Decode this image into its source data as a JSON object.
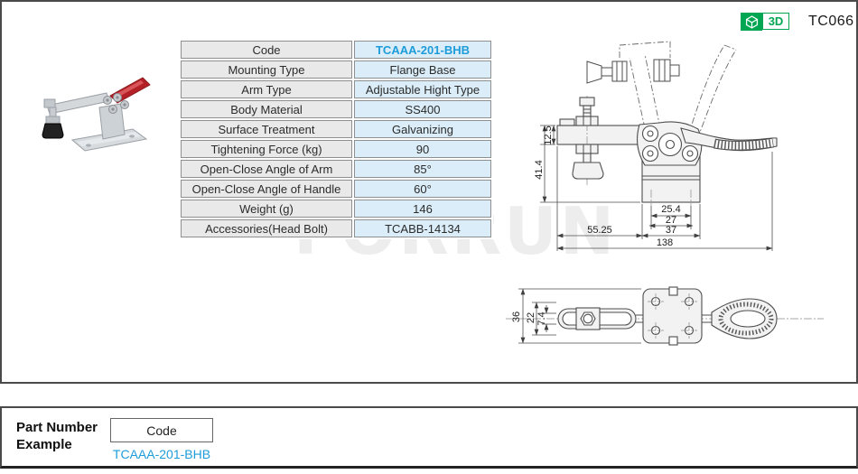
{
  "header": {
    "badge_3d_label": "3D",
    "page_code": "TC066"
  },
  "watermark": "FORRUN",
  "spec_table": {
    "rows": [
      {
        "label": "Code",
        "value": "TCAAA-201-BHB"
      },
      {
        "label": "Mounting Type",
        "value": "Flange Base"
      },
      {
        "label": "Arm Type",
        "value": "Adjustable Hight Type"
      },
      {
        "label": "Body Material",
        "value": "SS400"
      },
      {
        "label": "Surface Treatment",
        "value": "Galvanizing"
      },
      {
        "label": "Tightening Force (kg)",
        "value": "90"
      },
      {
        "label": "Open-Close Angle of Arm",
        "value": "85°"
      },
      {
        "label": "Open-Close  Angle of Handle",
        "value": "60°"
      },
      {
        "label": "Weight (g)",
        "value": "146"
      },
      {
        "label": "Accessories(Head Bolt)",
        "value": "TCABB-14134"
      }
    ]
  },
  "front_view": {
    "dim_12_5": "12.5",
    "dim_41_4": "41.4",
    "dim_25_4": "25.4",
    "dim_27": "27",
    "dim_37": "37",
    "dim_55_25": "55.25",
    "dim_138": "138"
  },
  "top_view": {
    "dim_36": "36",
    "dim_22": "22",
    "dim_7_4": "7.4"
  },
  "part_number_example": {
    "title_line1": "Part Number",
    "title_line2": "Example",
    "code_label": "Code",
    "code_value": "TCAAA-201-BHB"
  },
  "colors": {
    "accent_blue": "#1e9cd9",
    "badge_green": "#00a651",
    "value_cell_bg": "#daedf8",
    "label_cell_bg": "#e9e9e9"
  }
}
